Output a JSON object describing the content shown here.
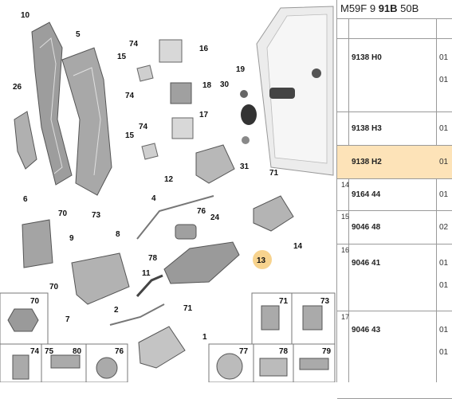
{
  "header": {
    "prefix": "M59F 9 ",
    "bold": "91B",
    "suffix": " 50B"
  },
  "rows": [
    {
      "group": "",
      "ref": "9138 H0",
      "qty": [
        "01",
        "01"
      ],
      "highlight": false
    },
    {
      "group": "",
      "ref": "9138 H3",
      "qty": [
        "01"
      ],
      "highlight": false
    },
    {
      "group": "",
      "ref": "9138 H2",
      "qty": [
        "01"
      ],
      "highlight": true
    },
    {
      "group": "14",
      "ref": "9164 44",
      "qty": [
        "01"
      ],
      "highlight": false
    },
    {
      "group": "15",
      "ref": "9046 48",
      "qty": [
        "02"
      ],
      "highlight": false
    },
    {
      "group": "16",
      "ref": "9046 41",
      "qty": [
        "01",
        "01"
      ],
      "highlight": false
    },
    {
      "group": "17",
      "ref": "9046 43",
      "qty": [
        "01",
        "01"
      ],
      "highlight": false
    }
  ],
  "callouts": {
    "c10": "10",
    "c5": "5",
    "c74a": "74",
    "c16": "16",
    "c15a": "15",
    "c26": "26",
    "c18": "18",
    "c74b": "74",
    "c19": "19",
    "c30": "30",
    "c17": "17",
    "c74c": "74",
    "c15b": "15",
    "c31": "31",
    "c12": "12",
    "c71a": "71",
    "c4": "4",
    "c6": "6",
    "c70a": "70",
    "c73a": "73",
    "c76a": "76",
    "c24": "24",
    "c9": "9",
    "c8": "8",
    "c14": "14",
    "c78": "78",
    "c13": "13",
    "c70b": "70",
    "c11": "11",
    "c7": "7",
    "c2": "2",
    "c71b": "71",
    "c1": "1"
  },
  "thumbnails": {
    "t70": "70",
    "t71": "71",
    "t73": "73",
    "t74": "74",
    "t75": "75",
    "t80": "80",
    "t76": "76",
    "t77": "77",
    "t78": "78",
    "t79": "79"
  },
  "colors": {
    "highlight": "#fde3b8",
    "callout_highlight": "#f7d38e"
  }
}
